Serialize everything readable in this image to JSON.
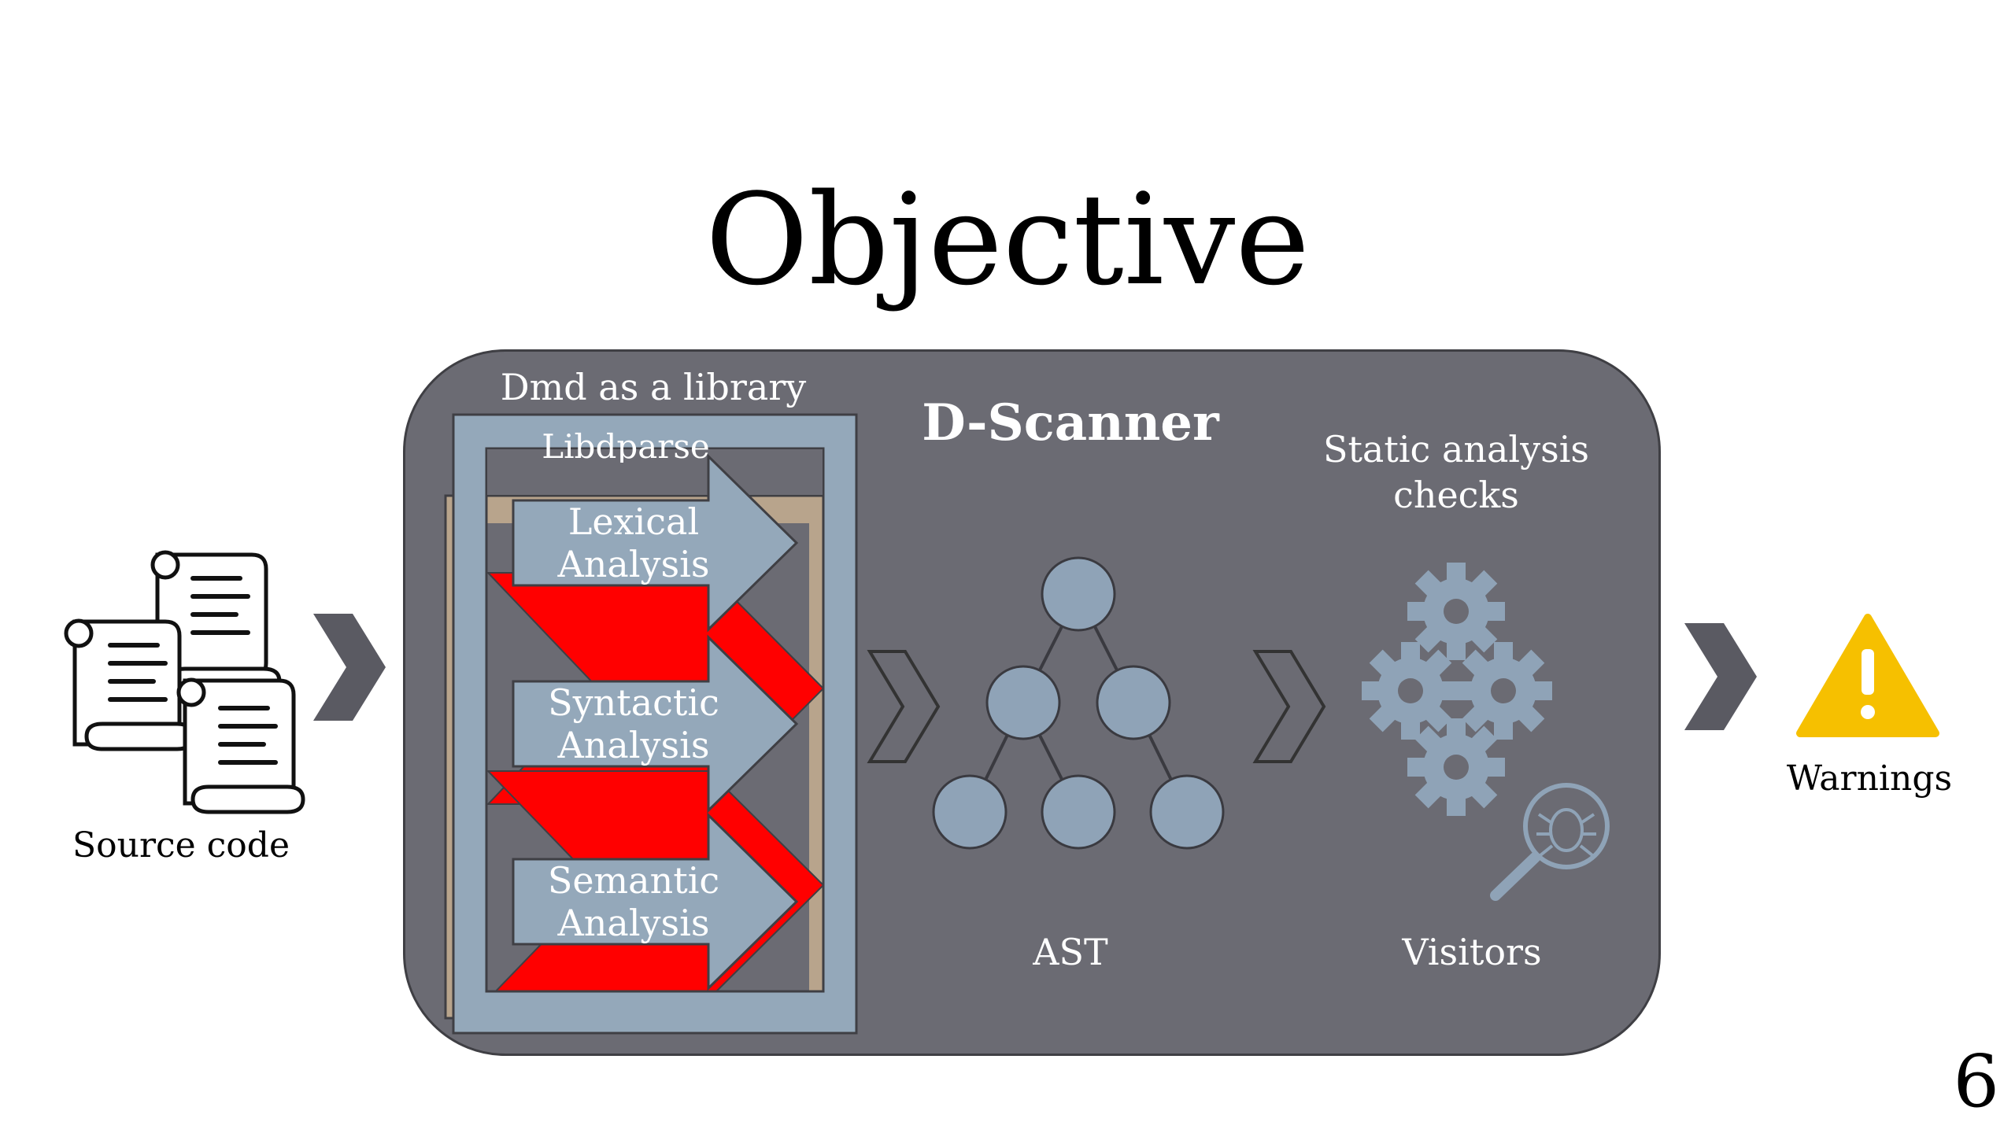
{
  "slide": {
    "title": "Objective",
    "page_number": "6"
  },
  "inputs": {
    "source_label": "Source code"
  },
  "dscanner": {
    "title": "D-Scanner",
    "library_label": "Dmd as a library",
    "libdparse_label": "Libdparse",
    "stages": [
      "Lexical Analysis",
      "Syntactic Analysis",
      "Semantic Analysis"
    ],
    "ast_label": "AST",
    "checks_label_1": "Static analysis",
    "checks_label_2": "checks",
    "visitors_label": "Visitors"
  },
  "outputs": {
    "warnings_label": "Warnings"
  },
  "icons": {
    "source": "scroll-documents-icon",
    "flow": "chevron-right-icon",
    "ast": "tree-nodes-icon",
    "checks": "gears-icon",
    "bug": "bug-magnifier-icon",
    "warning": "warning-triangle-icon"
  },
  "colors": {
    "panel": "#6b6b73",
    "stage": "#94a8ba",
    "highlight": "#ff0000",
    "tan": "#b8a48c",
    "warning": "#f6c000",
    "node": "#8fa3b7"
  }
}
